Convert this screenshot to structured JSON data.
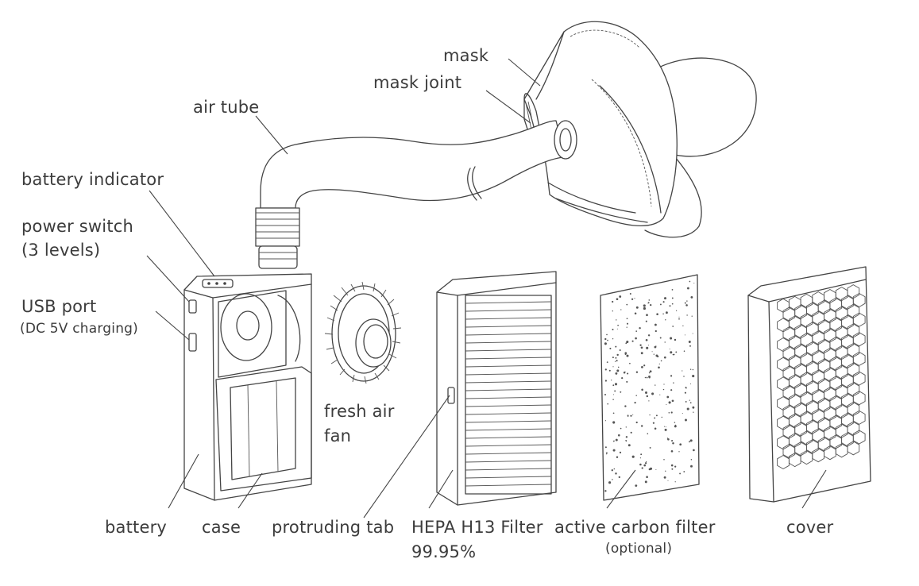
{
  "labels": {
    "mask": "mask",
    "mask_joint": "mask joint",
    "air_tube": "air tube",
    "battery_indicator": "battery indicator",
    "power_switch": "power switch",
    "power_switch_note": "(3 levels)",
    "usb_port": "USB port",
    "usb_port_note": "(DC 5V charging)",
    "fresh_air_fan_line1": "fresh air",
    "fresh_air_fan_line2": "fan",
    "battery": "battery",
    "case": "case",
    "protruding_tab": "protruding tab",
    "hepa_filter": "HEPA H13 Filter",
    "hepa_efficiency": "99.95%",
    "carbon_filter": "active carbon filter",
    "carbon_filter_note": "(optional)",
    "cover": "cover"
  }
}
